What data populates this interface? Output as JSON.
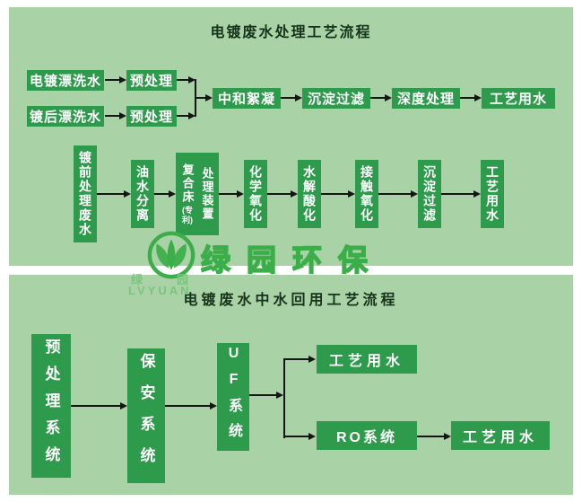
{
  "colors": {
    "panel_bg": "#a9d3a7",
    "box_green": "#2d9b4b",
    "logo_green": "#3bae49",
    "line_black": "#151515"
  },
  "top_panel": {
    "title": "电镀废水处理工艺流程",
    "inputs": [
      {
        "source": "电镀漂洗水",
        "pretreat": "预处理"
      },
      {
        "source": "镀后漂洗水",
        "pretreat": "预处理"
      }
    ],
    "main_chain": [
      "中和絮凝",
      "沉淀过滤",
      "深度处理",
      "工艺用水"
    ],
    "row3": [
      "镀前处理废水",
      "油水分离",
      "化学氧化",
      "水解酸化",
      "接触氧化",
      "沉淀过滤",
      "工艺用水"
    ],
    "composite": {
      "left": "复合床",
      "note": "(专利)",
      "right": "处理装置"
    }
  },
  "watermark": {
    "brand": "绿园环保",
    "cn": "绿园",
    "en": "LVYUAN"
  },
  "bottom_panel": {
    "title": "电镀废水中水回用工艺流程",
    "chain": [
      "预处理系统",
      "保安系统",
      "UF系统"
    ],
    "branch_top": "工艺用水",
    "ro": "RO系统",
    "ro_out": "工艺用水"
  }
}
